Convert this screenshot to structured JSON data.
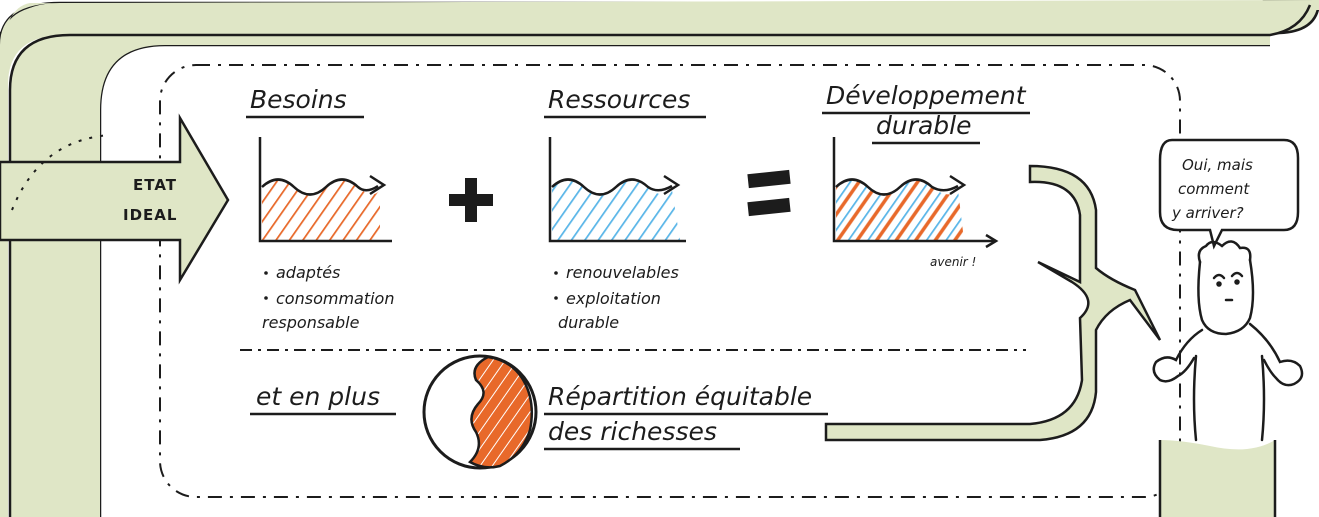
{
  "colors": {
    "green_fill": "#dfe6c6",
    "orange_hatch": "#e8692a",
    "blue_hatch": "#5ab6e8",
    "ink": "#1c1c1c"
  },
  "ideal_state": {
    "line1": "ETAT",
    "line2": "IDEAL"
  },
  "besoins": {
    "title": "Besoins",
    "bullets": [
      "adaptés",
      "consommation",
      "responsable"
    ]
  },
  "ressources": {
    "title": "Ressources",
    "bullets": [
      "renouvelables",
      "exploitation",
      "durable"
    ]
  },
  "developpement": {
    "title_line1": "Développement",
    "title_line2": "durable",
    "axis_label": "avenir !"
  },
  "plus_label": "et en plus",
  "repartition": {
    "line1": "Répartition équitable",
    "line2": "des richesses"
  },
  "speech_bubble": {
    "line1": "Oui, mais",
    "line2": "comment",
    "line3": "y arriver?"
  },
  "icons": [
    "plus-icon",
    "equals-icon",
    "globe-icon",
    "person-icon"
  ]
}
